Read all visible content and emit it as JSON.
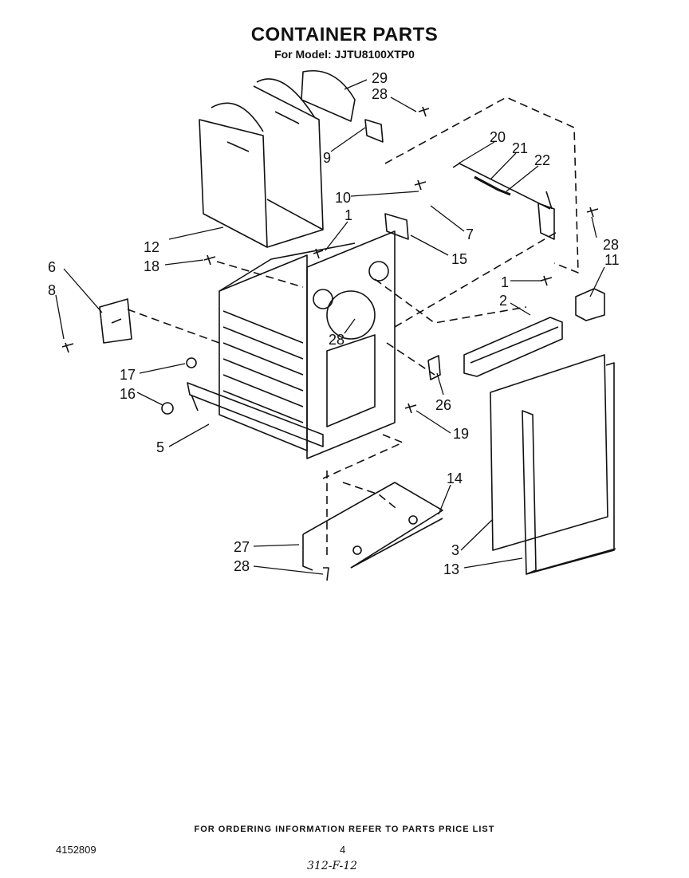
{
  "title": "CONTAINER PARTS",
  "subtitle": "For Model: JJTU8100XTP0",
  "callouts": [
    {
      "id": "29",
      "label": "29"
    },
    {
      "id": "28a",
      "label": "28"
    },
    {
      "id": "20",
      "label": "20"
    },
    {
      "id": "21",
      "label": "21"
    },
    {
      "id": "22",
      "label": "22"
    },
    {
      "id": "9",
      "label": "9"
    },
    {
      "id": "10",
      "label": "10"
    },
    {
      "id": "1a",
      "label": "1"
    },
    {
      "id": "7",
      "label": "7"
    },
    {
      "id": "28b",
      "label": "28"
    },
    {
      "id": "11",
      "label": "11"
    },
    {
      "id": "12",
      "label": "12"
    },
    {
      "id": "15",
      "label": "15"
    },
    {
      "id": "6",
      "label": "6"
    },
    {
      "id": "18",
      "label": "18"
    },
    {
      "id": "1b",
      "label": "1"
    },
    {
      "id": "2",
      "label": "2"
    },
    {
      "id": "8",
      "label": "8"
    },
    {
      "id": "28c",
      "label": "28"
    },
    {
      "id": "17",
      "label": "17"
    },
    {
      "id": "26",
      "label": "26"
    },
    {
      "id": "16",
      "label": "16"
    },
    {
      "id": "19",
      "label": "19"
    },
    {
      "id": "5",
      "label": "5"
    },
    {
      "id": "14",
      "label": "14"
    },
    {
      "id": "27",
      "label": "27"
    },
    {
      "id": "3",
      "label": "3"
    },
    {
      "id": "28d",
      "label": "28"
    },
    {
      "id": "13",
      "label": "13"
    }
  ],
  "footer": {
    "note": "FOR ORDERING INFORMATION REFER TO PARTS PRICE LIST",
    "doc_number": "4152809",
    "page_number": "4",
    "handwritten": "312-F-12"
  }
}
